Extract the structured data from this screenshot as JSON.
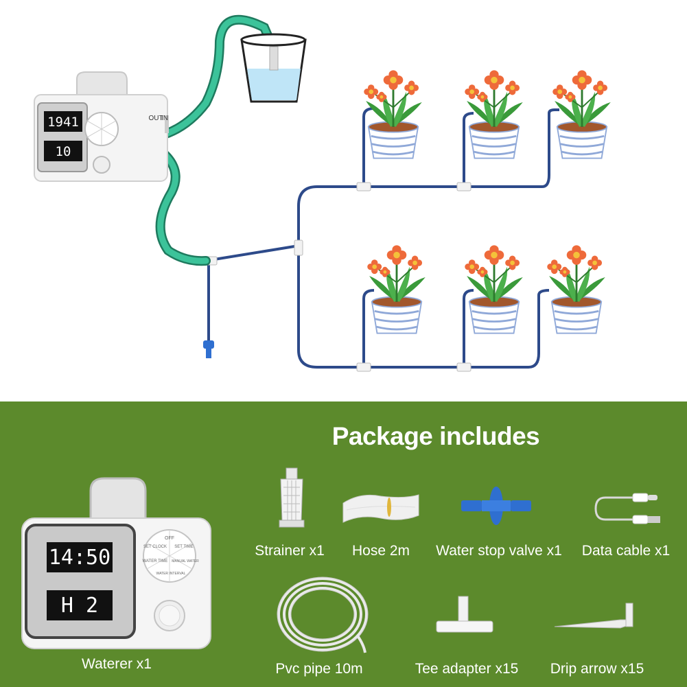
{
  "device_top": {
    "display_time": "1941",
    "display_num": "10",
    "port_out": "OUT",
    "port_in": "IN"
  },
  "device_bottom": {
    "display_time": "14:50",
    "display_mode": "H 2",
    "dial_labels": [
      "OFF",
      "SET TIME",
      "MANUAL WATER",
      "WATER INTERVAL",
      "WATER TIME",
      "SET CLOCK"
    ]
  },
  "package": {
    "title": "Package includes",
    "items": [
      {
        "id": "strainer",
        "label": "Strainer x1"
      },
      {
        "id": "hose",
        "label": "Hose 2m"
      },
      {
        "id": "valve",
        "label": "Water stop valve x1"
      },
      {
        "id": "cable",
        "label": "Data cable x1"
      },
      {
        "id": "waterer",
        "label": "Waterer x1"
      },
      {
        "id": "pvc",
        "label": "Pvc pipe 10m"
      },
      {
        "id": "tee",
        "label": "Tee adapter x15"
      },
      {
        "id": "drip",
        "label": "Drip arrow x15"
      }
    ]
  },
  "colors": {
    "panel_green": "#5c8a2c",
    "pipe_blue": "#2d4a8a",
    "hose_green": "#2fae8a",
    "flower_orange": "#ee6a3a",
    "pot_blue": "#8fa8d8"
  }
}
